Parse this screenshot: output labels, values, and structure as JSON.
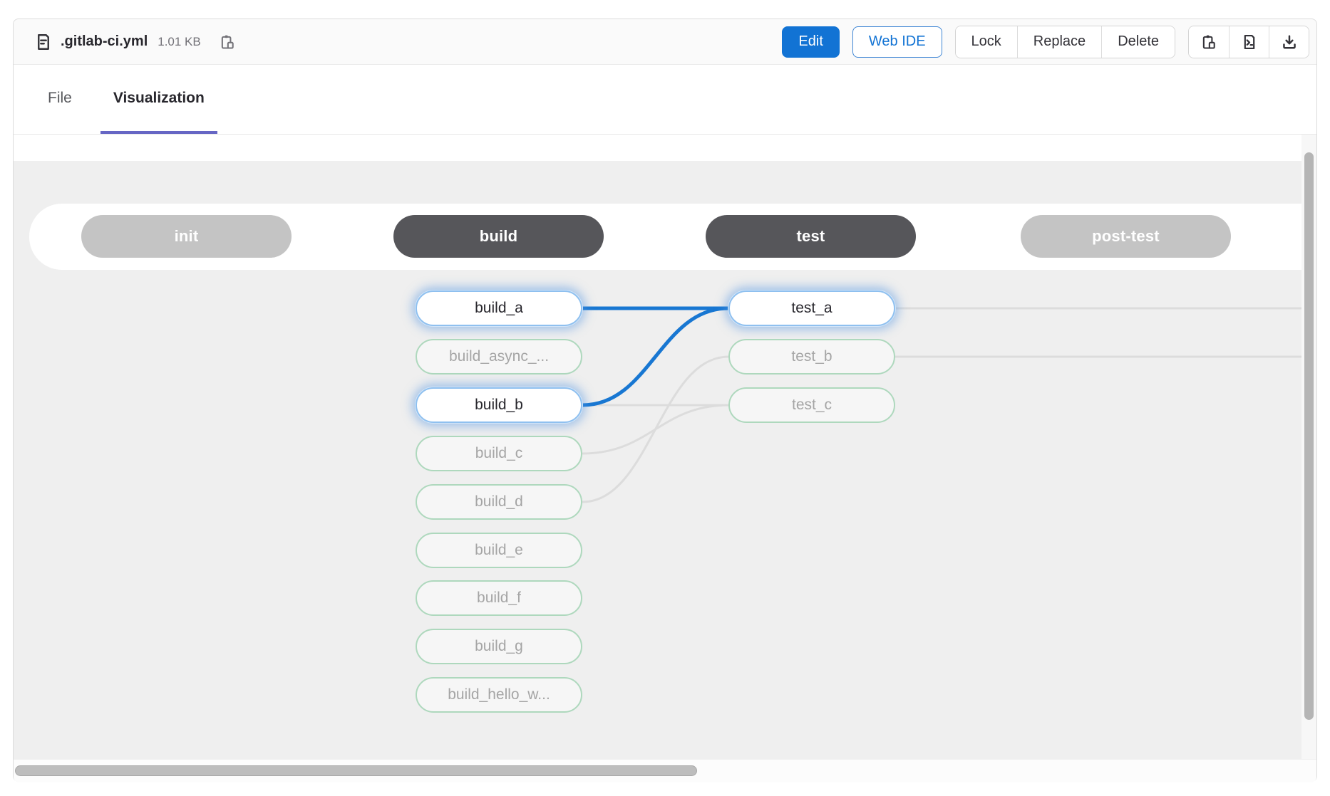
{
  "header": {
    "filename": ".gitlab-ci.yml",
    "filesize": "1.01 KB",
    "edit_label": "Edit",
    "web_ide_label": "Web IDE",
    "lock_label": "Lock",
    "replace_label": "Replace",
    "delete_label": "Delete",
    "icon_buttons": [
      "copy-contents-icon",
      "open-raw-icon",
      "download-icon"
    ]
  },
  "tabs": {
    "file": "File",
    "visualization": "Visualization",
    "active": "Visualization"
  },
  "pipeline": {
    "stages": [
      {
        "name": "init",
        "variant": "light"
      },
      {
        "name": "build",
        "variant": "dark"
      },
      {
        "name": "test",
        "variant": "dark"
      },
      {
        "name": "post-test",
        "variant": "light"
      }
    ],
    "jobs": [
      {
        "id": "build_a",
        "label": "build_a",
        "column": 0,
        "row": 0,
        "state": "highlight"
      },
      {
        "id": "build_async",
        "label": "build_async_...",
        "column": 0,
        "row": 1,
        "state": "faded"
      },
      {
        "id": "build_b",
        "label": "build_b",
        "column": 0,
        "row": 2,
        "state": "highlight"
      },
      {
        "id": "build_c",
        "label": "build_c",
        "column": 0,
        "row": 3,
        "state": "faded"
      },
      {
        "id": "build_d",
        "label": "build_d",
        "column": 0,
        "row": 4,
        "state": "faded"
      },
      {
        "id": "build_e",
        "label": "build_e",
        "column": 0,
        "row": 5,
        "state": "faded"
      },
      {
        "id": "build_f",
        "label": "build_f",
        "column": 0,
        "row": 6,
        "state": "faded"
      },
      {
        "id": "build_g",
        "label": "build_g",
        "column": 0,
        "row": 7,
        "state": "faded"
      },
      {
        "id": "build_hello",
        "label": "build_hello_w...",
        "column": 0,
        "row": 8,
        "state": "faded"
      },
      {
        "id": "test_a",
        "label": "test_a",
        "column": 1,
        "row": 0,
        "state": "highlight"
      },
      {
        "id": "test_b",
        "label": "test_b",
        "column": 1,
        "row": 1,
        "state": "faded"
      },
      {
        "id": "test_c",
        "label": "test_c",
        "column": 1,
        "row": 2,
        "state": "faded"
      }
    ],
    "connections": [
      {
        "from": "build_b",
        "to": "test_c",
        "kind": "normal"
      },
      {
        "from": "build_c",
        "to": "test_c",
        "kind": "normal"
      },
      {
        "from": "build_d",
        "to": "test_b",
        "kind": "normal"
      },
      {
        "from": "build_a",
        "to": "test_a",
        "kind": "highlight"
      },
      {
        "from": "build_b",
        "to": "test_a",
        "kind": "highlight"
      }
    ],
    "exit_links": [
      "test_a",
      "test_b"
    ]
  },
  "colors": {
    "accent_blue": "#1273d4",
    "tab_indicator": "#6666c4",
    "stage_dark": "#56565a",
    "stage_light": "#c4c4c4",
    "job_border_green": "#aed8bd",
    "edge_highlight": "#1877d2",
    "edge_normal": "#dcdcdc"
  }
}
